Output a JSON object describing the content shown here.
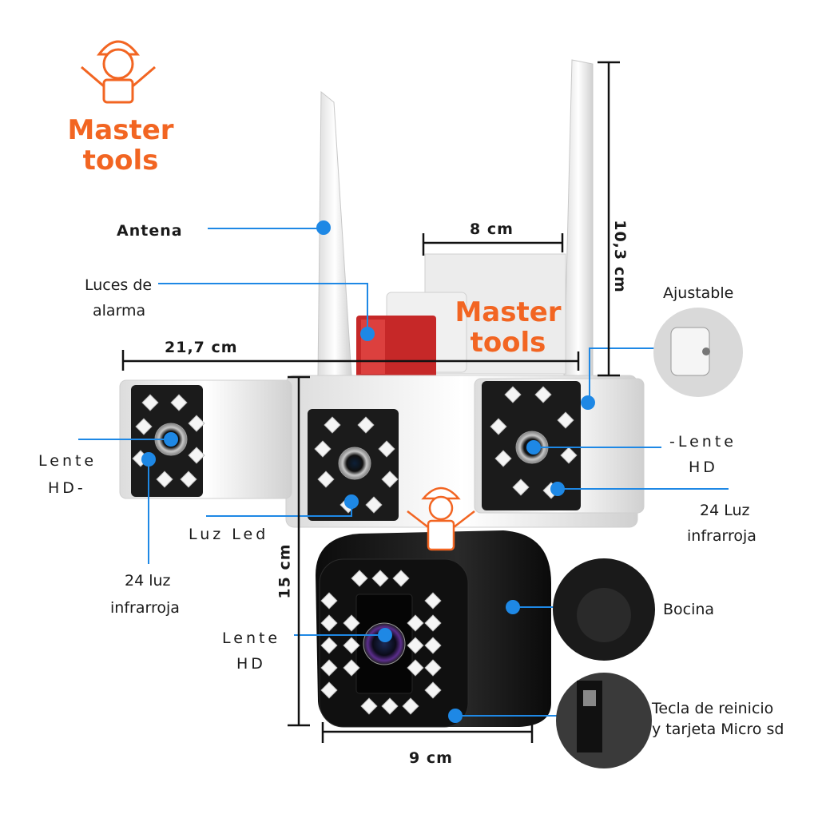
{
  "brand": {
    "logo_text_top": "Master",
    "logo_text_bottom": "tools",
    "color": "#f26522"
  },
  "labels": {
    "antena": "Antena",
    "luces_line1": "Luces de",
    "luces_line2": "alarma",
    "ajustable": "Ajustable",
    "lente_left_line1": "Lente",
    "lente_left_line2": "HD-",
    "lente_right_line1": "-Lente",
    "lente_right_line2": "HD",
    "luz_led": "Luz Led",
    "ir_right_line1": "24 Luz",
    "ir_right_line2": "infrarroja",
    "ir_left_line1": "24 luz",
    "ir_left_line2": "infrarroja",
    "lente_bottom_line1": "Lente",
    "lente_bottom_line2": "HD",
    "bocina": "Bocina",
    "tecla_line1": "Tecla de reinicio",
    "tecla_line2": "y tarjeta Micro sd"
  },
  "dimensions": {
    "width_top": "8 cm",
    "height_antenna": "10,3 cm",
    "width_total": "21,7 cm",
    "height_body": "15 cm",
    "width_bottom": "9 cm"
  },
  "colors": {
    "callout": "#1e88e5",
    "alarm": "#d32f2f",
    "body_white": "#f2f2f2",
    "body_black": "#151515"
  }
}
